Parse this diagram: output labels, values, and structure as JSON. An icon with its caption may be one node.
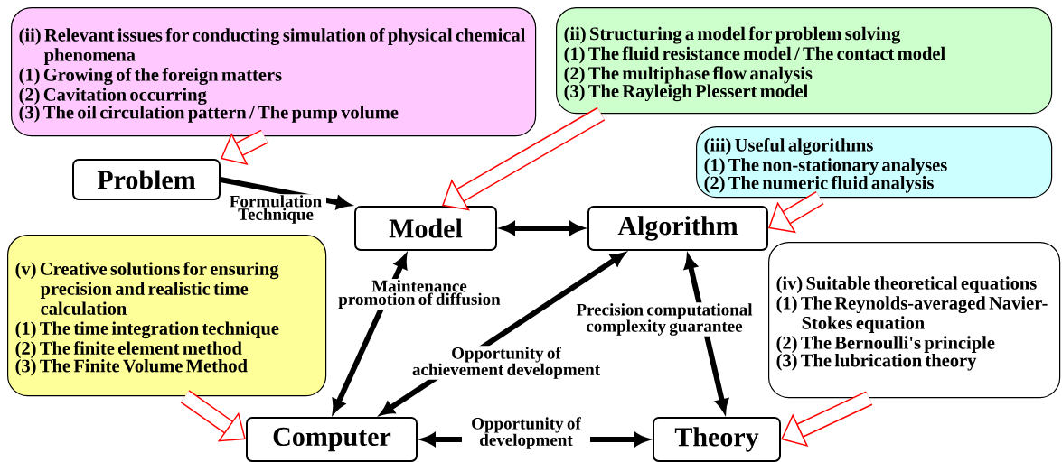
{
  "diagram": {
    "nodes": [
      {
        "text": [
          "(ii) Relevant issues for conducting simulation of physical chemical phenomena",
          "(1) Growing of the foreign matters",
          "(2) Cavitation occurring",
          "(3) The oil circulation pattern / The pump volume"
        ]
      },
      {
        "text": [
          "(ii) Structuring a model for problem solving",
          "(1) The fluid resistance model / The contact model",
          "(2) The multiphase flow analysis",
          "(3) The Rayleigh Plessert model"
        ]
      },
      {
        "text": [
          "(iii) Useful algorithms",
          "(1) The non-stationary analyses",
          "(2) The numeric fluid analysis"
        ]
      },
      {
        "text": [
          "Problem"
        ]
      },
      {
        "text": [
          "Model"
        ]
      },
      {
        "text": [
          "Algorithm"
        ]
      },
      {
        "text": [
          "(v) Creative solutions for ensuring precision and realistic time calculation",
          "(1) The time integration technique",
          "(2) The finite element method",
          "(3) The Finite Volume Method"
        ]
      },
      {
        "text": [
          "(iv) Suitable theoretical equations",
          "(1) The Reynolds-averaged Navier-Stokes equation",
          "(2) The Bernoulli's principle",
          "(3) The lubrication theory"
        ]
      },
      {
        "text": [
          "Computer"
        ]
      },
      {
        "text": [
          "Theory"
        ]
      }
    ],
    "edges": [
      {
        "from": 0,
        "to": 3,
        "arrow": "to",
        "style": "thick",
        "color": "#ff0000"
      },
      {
        "from": 1,
        "to": 4,
        "arrow": "to",
        "style": "thick",
        "color": "#ff0000"
      },
      {
        "from": 2,
        "to": 5,
        "arrow": "to",
        "style": "thick",
        "color": "#ff0000"
      },
      {
        "from": 6,
        "to": 8,
        "arrow": "to",
        "style": "thick",
        "color": "#ff0000"
      },
      {
        "from": 7,
        "to": 9,
        "arrow": "to",
        "style": "thick",
        "color": "#ff0000"
      },
      {
        "from": 3,
        "to": 4,
        "arrow": "to",
        "label": "Formulation Technique"
      },
      {
        "from": 4,
        "to": 5,
        "arrow": "both"
      },
      {
        "from": 4,
        "to": 8,
        "arrow": "both",
        "label": "Maintenance promotion of diffusion"
      },
      {
        "from": 8,
        "to": 5,
        "arrow": "both",
        "label": "Opportunity of achievement development"
      },
      {
        "from": 5,
        "to": 9,
        "arrow": "both",
        "label": "Precision computational complexity guarantee"
      },
      {
        "from": 8,
        "to": 9,
        "arrow": "both",
        "label": "Opportunity of development"
      }
    ]
  }
}
